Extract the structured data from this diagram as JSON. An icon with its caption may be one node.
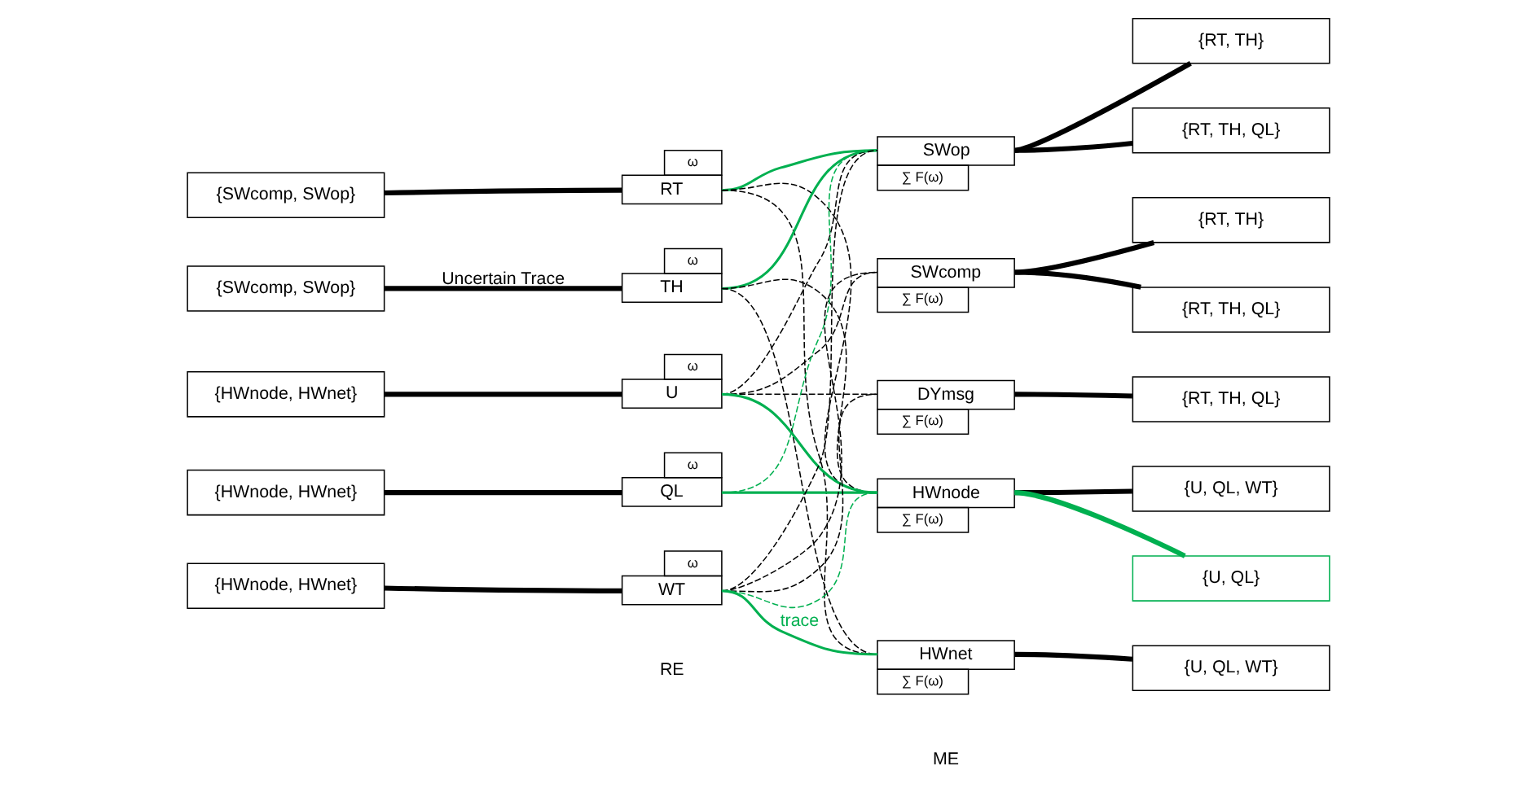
{
  "diagram": {
    "nodes": [
      {
        "text": [
          "{SWcomp, SWop}"
        ]
      },
      {
        "text": [
          "{SWcomp, SWop}"
        ]
      },
      {
        "text": [
          "{HWnode, HWnet}"
        ]
      },
      {
        "text": [
          "{HWnode, HWnet}"
        ]
      },
      {
        "text": [
          "{HWnode, HWnet}"
        ]
      },
      {
        "text": [
          "RT",
          "ω"
        ]
      },
      {
        "text": [
          "TH",
          "ω"
        ]
      },
      {
        "text": [
          "U",
          "ω"
        ]
      },
      {
        "text": [
          "QL",
          "ω"
        ]
      },
      {
        "text": [
          "WT",
          "ω"
        ]
      },
      {
        "text": [
          "SWop",
          "∑ F(ω)"
        ]
      },
      {
        "text": [
          "SWcomp",
          "∑ F(ω)"
        ]
      },
      {
        "text": [
          "DYmsg",
          "∑ F(ω)"
        ]
      },
      {
        "text": [
          "HWnode",
          "∑ F(ω)"
        ]
      },
      {
        "text": [
          "HWnet",
          "∑ F(ω)"
        ]
      },
      {
        "text": [
          "{RT, TH}"
        ]
      },
      {
        "text": [
          "{RT, TH, QL}"
        ]
      },
      {
        "text": [
          "{RT, TH}"
        ]
      },
      {
        "text": [
          "{RT, TH, QL}"
        ]
      },
      {
        "text": [
          "{RT, TH, QL}"
        ]
      },
      {
        "text": [
          "{U, QL, WT}"
        ]
      },
      {
        "text": [
          "{U, QL}"
        ]
      },
      {
        "text": [
          "{U, QL, WT}"
        ]
      }
    ],
    "edges": [
      {
        "from": 0,
        "to": 5,
        "arrow": "none",
        "style": "thick"
      },
      {
        "from": 1,
        "to": 6,
        "arrow": "none",
        "style": "thick",
        "label": "Uncertain Trace"
      },
      {
        "from": 2,
        "to": 7,
        "arrow": "none",
        "style": "thick"
      },
      {
        "from": 3,
        "to": 8,
        "arrow": "none",
        "style": "thick"
      },
      {
        "from": 4,
        "to": 9,
        "arrow": "none",
        "style": "thick"
      },
      {
        "from": 5,
        "to": 10,
        "arrow": "none",
        "color": "#00b050"
      },
      {
        "from": 6,
        "to": 10,
        "arrow": "none",
        "color": "#00b050"
      },
      {
        "from": 7,
        "to": 13,
        "arrow": "none",
        "color": "#00b050"
      },
      {
        "from": 8,
        "to": 13,
        "arrow": "none",
        "color": "#00b050"
      },
      {
        "from": 9,
        "to": 14,
        "arrow": "none",
        "color": "#00b050",
        "label": "trace"
      },
      {
        "from": 8,
        "to": 10,
        "arrow": "none",
        "style": "dashed",
        "color": "#00b050"
      },
      {
        "from": 9,
        "to": 13,
        "arrow": "none",
        "style": "dashed",
        "color": "#00b050"
      },
      {
        "from": 5,
        "to": 13,
        "arrow": "none",
        "style": "dashed"
      },
      {
        "from": 5,
        "to": 14,
        "arrow": "none",
        "style": "dashed"
      },
      {
        "from": 6,
        "to": 13,
        "arrow": "none",
        "style": "dashed"
      },
      {
        "from": 6,
        "to": 14,
        "arrow": "none",
        "style": "dashed"
      },
      {
        "from": 7,
        "to": 10,
        "arrow": "none",
        "style": "dashed"
      },
      {
        "from": 7,
        "to": 11,
        "arrow": "none",
        "style": "dashed"
      },
      {
        "from": 7,
        "to": 12,
        "arrow": "none",
        "style": "dashed"
      },
      {
        "from": 9,
        "to": 10,
        "arrow": "none",
        "style": "dashed"
      },
      {
        "from": 9,
        "to": 11,
        "arrow": "none",
        "style": "dashed"
      },
      {
        "from": 9,
        "to": 12,
        "arrow": "none",
        "style": "dashed"
      },
      {
        "from": 10,
        "to": 15,
        "arrow": "none",
        "style": "thick"
      },
      {
        "from": 10,
        "to": 16,
        "arrow": "none",
        "style": "thick"
      },
      {
        "from": 11,
        "to": 17,
        "arrow": "none",
        "style": "thick"
      },
      {
        "from": 11,
        "to": 18,
        "arrow": "none",
        "style": "thick"
      },
      {
        "from": 12,
        "to": 19,
        "arrow": "none",
        "style": "thick"
      },
      {
        "from": 13,
        "to": 20,
        "arrow": "none",
        "style": "thick"
      },
      {
        "from": 13,
        "to": 21,
        "arrow": "none",
        "style": "thick",
        "color": "#00b050"
      },
      {
        "from": 14,
        "to": 22,
        "arrow": "none",
        "style": "thick"
      }
    ],
    "labels": [
      "RE",
      "ME"
    ]
  }
}
